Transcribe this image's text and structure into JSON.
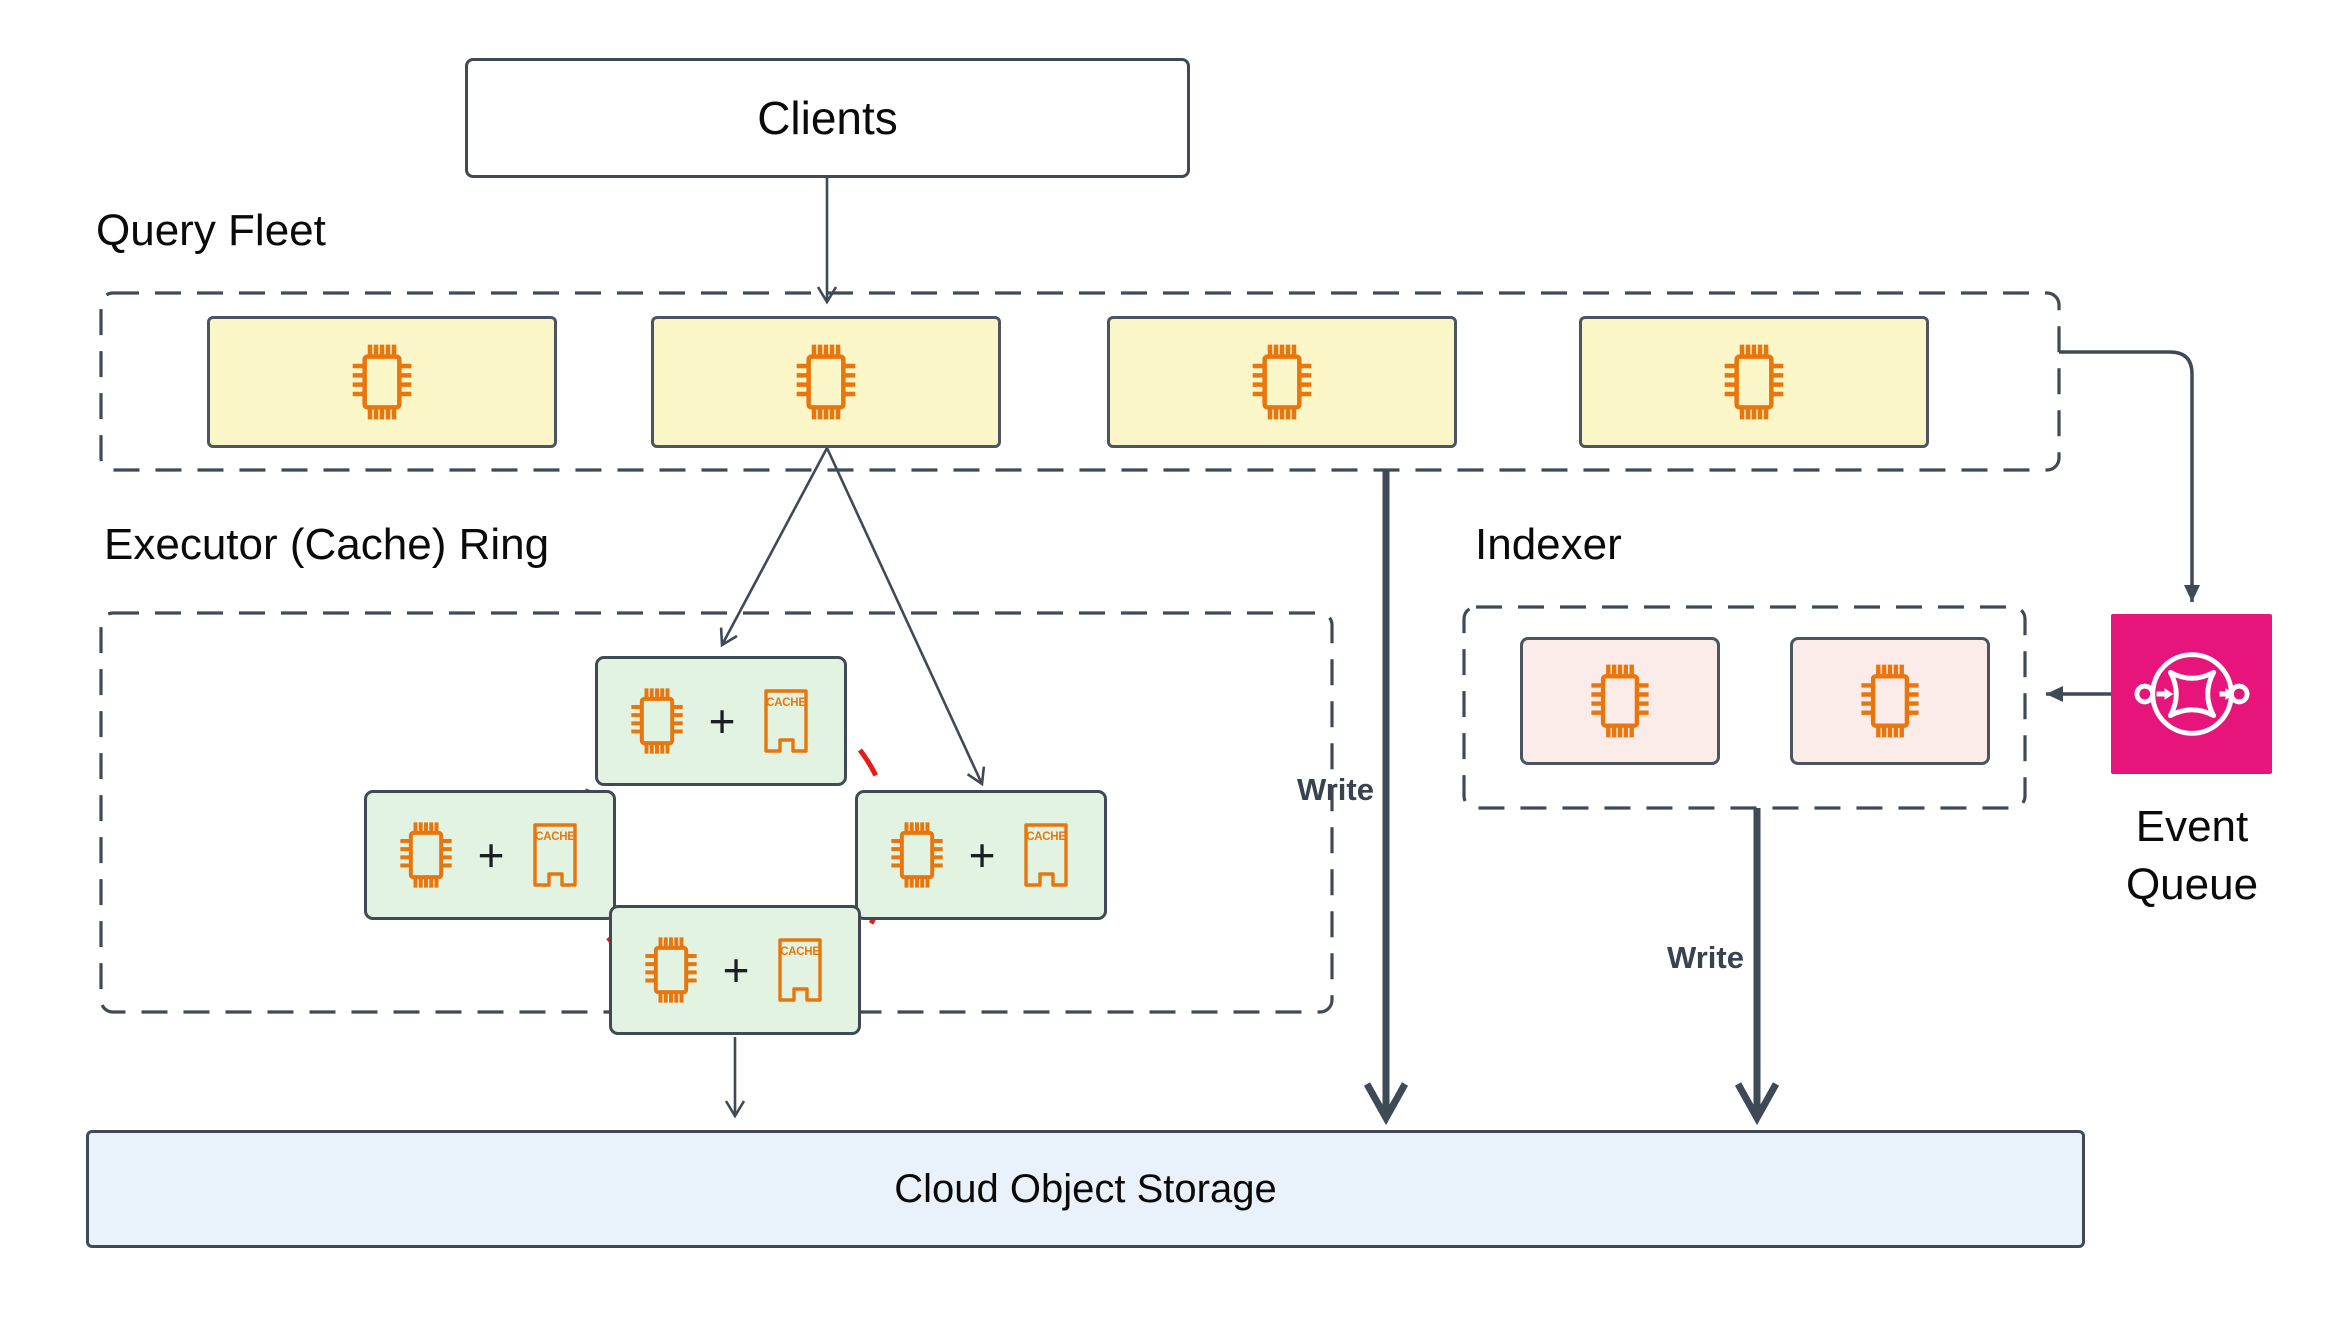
{
  "clients": {
    "label": "Clients"
  },
  "query_fleet": {
    "label": "Query Fleet",
    "node_count": 4
  },
  "executor_ring": {
    "label": "Executor (Cache) Ring",
    "node_count": 4,
    "plus": "+",
    "cache_label": "CACHE"
  },
  "indexer": {
    "label": "Indexer",
    "node_count": 2
  },
  "event_queue": {
    "label_line1": "Event",
    "label_line2": "Queue"
  },
  "storage": {
    "label": "Cloud Object Storage"
  },
  "edges": {
    "write_label": "Write"
  },
  "colors": {
    "outline": "#3F4A56",
    "query_node_fill": "#FAF6C8",
    "executor_node_fill": "#E2F4E1",
    "indexer_node_fill": "#FBECEA",
    "storage_fill": "#E9F1FB",
    "chip_orange": "#E8760D",
    "ring_red": "#E81A1A",
    "event_queue_pink": "#E7157B"
  }
}
